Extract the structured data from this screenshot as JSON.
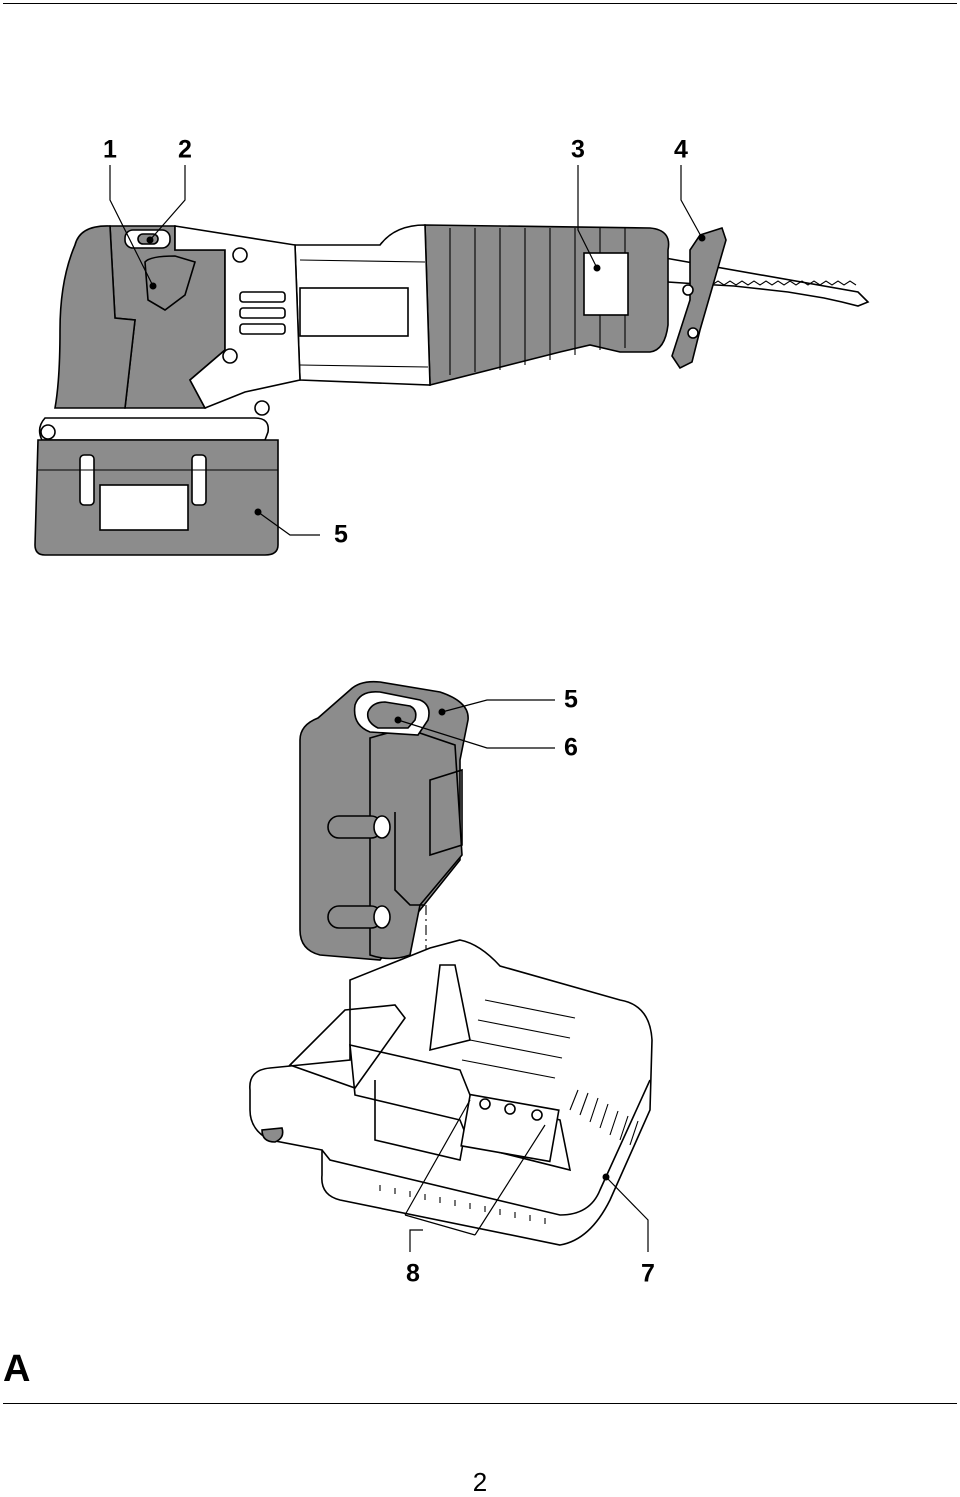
{
  "figure": {
    "letter": "A",
    "callouts": {
      "c1": "1",
      "c2": "2",
      "c3": "3",
      "c4": "4",
      "c5_saw": "5",
      "c5_battery": "5",
      "c6": "6",
      "c7": "7",
      "c8": "8"
    }
  },
  "page": {
    "number": "2"
  },
  "illustrations": {
    "upper": "reciprocating-saw",
    "lower": "battery-and-charger"
  }
}
